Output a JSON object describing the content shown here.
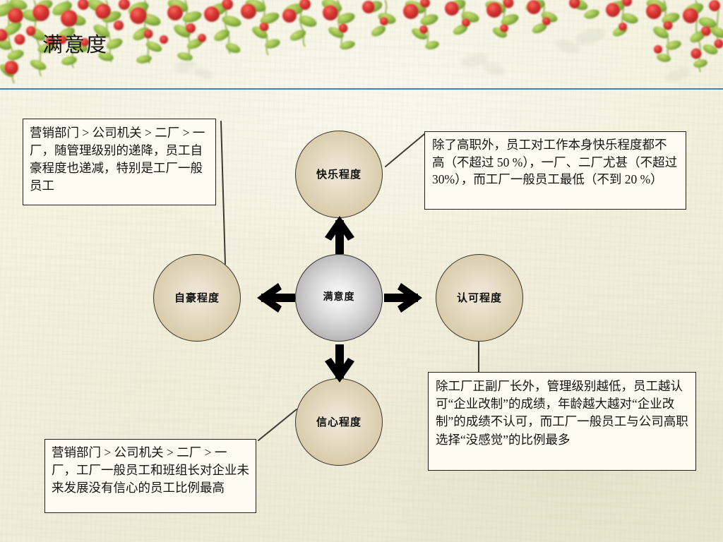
{
  "slide": {
    "title": "满意度",
    "rule_color": "#4a7ebb",
    "background_color": "#f4f1e0"
  },
  "diagram": {
    "type": "radial-hub-and-spoke",
    "center": {
      "label": "满意度",
      "fill": "#c8c8c8",
      "outline": "#2e2e2e"
    },
    "satellites": [
      {
        "id": "top",
        "label": "快乐程度",
        "fill": "#e2d7bd",
        "outline": "#3a342c"
      },
      {
        "id": "left",
        "label": "自豪程度",
        "fill": "#e2d7bd",
        "outline": "#3a342c"
      },
      {
        "id": "right",
        "label": "认可程度",
        "fill": "#e2d7bd",
        "outline": "#3a342c"
      },
      {
        "id": "bottom",
        "label": "信心程度",
        "fill": "#e2d7bd",
        "outline": "#3a342c"
      }
    ],
    "arrows": [
      {
        "from": "center",
        "to": "top",
        "direction": "up",
        "style": "block-arrow",
        "color": "#000000"
      },
      {
        "from": "center",
        "to": "left",
        "direction": "left",
        "style": "block-arrow",
        "color": "#000000"
      },
      {
        "from": "center",
        "to": "right",
        "direction": "right",
        "style": "block-arrow",
        "color": "#000000"
      },
      {
        "from": "center",
        "to": "bottom",
        "direction": "down",
        "style": "block-arrow",
        "color": "#000000"
      }
    ]
  },
  "callouts": {
    "top_left": {
      "target": "自豪程度",
      "text": "营销部门 > 公司机关 > 二厂 > 一厂，随管理级别的递降，员工自豪程度也递减，特别是工厂一般员工"
    },
    "top_right": {
      "target": "快乐程度",
      "text": "除了高职外，员工对工作本身快乐程度都不高（不超过 50 %），一厂、二厂尤甚（不超过 30%），而工厂一般员工最低（不到 20 %）"
    },
    "bottom_right": {
      "target": "认可程度",
      "text": "除工厂正副厂长外，管理级别越低，员工越认可“企业改制”的成绩，年龄越大越对“企业改制”的成绩不认可，而工厂一般员工与公司高职选择“没感觉”的比例最多"
    },
    "bottom_left": {
      "target": "信心程度",
      "text": "营销部门 > 公司机关 > 二厂 > 一厂，工厂一般员工和班组长对企业未来发展没有信心的员工比例最高"
    }
  },
  "decoration": {
    "border_name": "floral-garland-top-border",
    "flower_color": "#d8262a",
    "leaf_color": "#8fb53e"
  }
}
